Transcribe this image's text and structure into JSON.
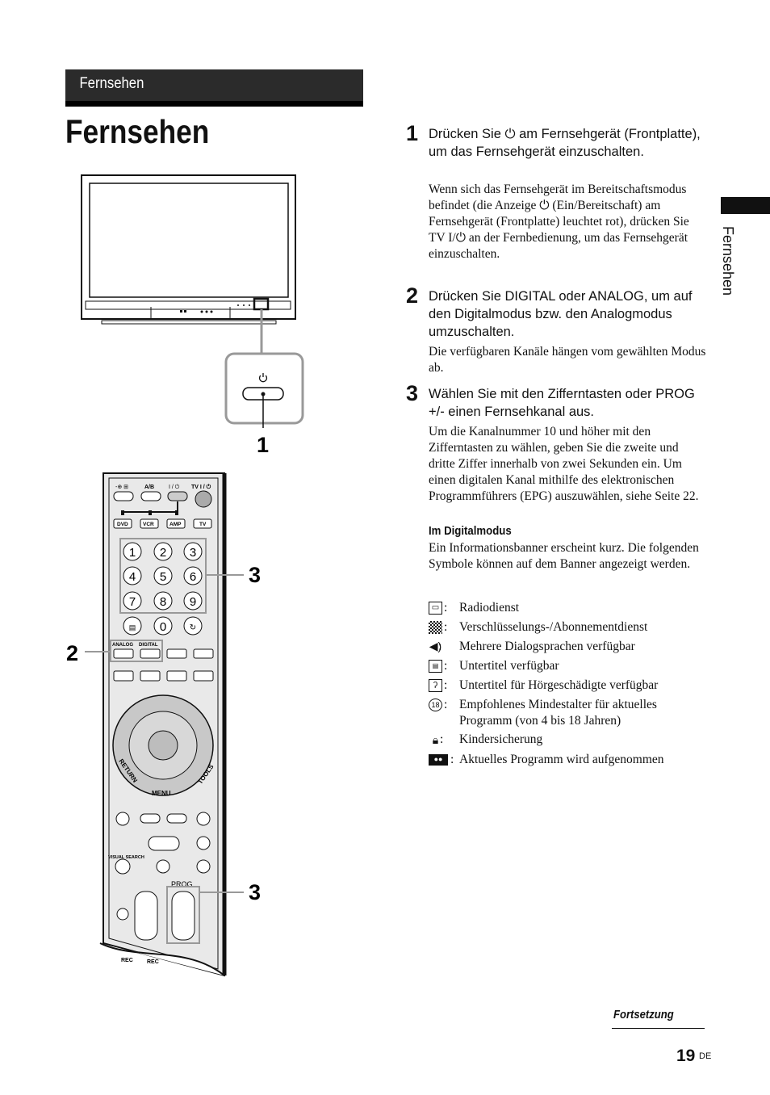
{
  "header": {
    "section": "Fernsehen",
    "title": "Fernsehen",
    "side_tab": "Fernsehen"
  },
  "figure": {
    "callouts": [
      "1",
      "2",
      "3",
      "3"
    ],
    "remote_labels": {
      "ab": "A/B",
      "power_top": "I / ⏻",
      "tv_power": "TV I / ⏻",
      "dvd": "DVD",
      "vcr": "VCR",
      "amp": "AMP",
      "tv": "TV",
      "keys": [
        "1",
        "2",
        "3",
        "4",
        "5",
        "6",
        "7",
        "8",
        "9",
        "0"
      ],
      "analog": "ANALOG",
      "digital": "DIGITAL",
      "return": "RETURN",
      "tools": "TOOLS",
      "menu": "MENU",
      "visual_search": "VISUAL SEARCH",
      "prog": "PROG",
      "rec": "REC"
    }
  },
  "steps": [
    {
      "num": "1",
      "head": "Drücken Sie ⏻ am Fernsehgerät (Frontplatte), um das Fernsehgerät einzuschalten.",
      "body": "Wenn sich das Fernsehgerät im Bereitschaftsmodus befindet (die Anzeige ⏻ (Ein/Bereitschaft) am Fernsehgerät (Frontplatte) leuchtet rot), drücken Sie TV I/⏻ an der Fernbedienung, um das Fernsehgerät einzuschalten."
    },
    {
      "num": "2",
      "head": "Drücken Sie DIGITAL oder ANALOG, um auf den Digitalmodus bzw. den Analogmodus umzuschalten.",
      "body": "Die verfügbaren Kanäle hängen vom gewählten Modus ab."
    },
    {
      "num": "3",
      "head": "Wählen Sie mit den Zifferntasten oder PROG +/- einen Fernsehkanal aus.",
      "body": "Um die Kanalnummer 10 und höher mit den Zifferntasten zu wählen, geben Sie die zweite und dritte Ziffer innerhalb von zwei Sekunden ein. Um einen digitalen Kanal mithilfe des elektronischen Programmführers (EPG) auszuwählen, siehe Seite 22."
    }
  ],
  "digital_mode": {
    "heading": "Im Digitalmodus",
    "body": "Ein Informationsbanner erscheint kurz. Die folgenden Symbole können auf dem Banner angezeigt werden.",
    "symbols": [
      {
        "icon": "radio-icon",
        "label": "Radiodienst"
      },
      {
        "icon": "scrambled-icon",
        "label": "Verschlüsselungs-/Abonnementdienst"
      },
      {
        "icon": "multi-audio-icon",
        "label": "Mehrere Dialogsprachen verfügbar"
      },
      {
        "icon": "subtitle-icon",
        "label": "Untertitel verfügbar"
      },
      {
        "icon": "hearing-subtitle-icon",
        "label": "Untertitel für Hörgeschädigte verfügbar"
      },
      {
        "icon": "age-rating-icon",
        "badge": "18",
        "label": "Empfohlenes Mindestalter für aktuelles Programm (von 4 bis 18 Jahren)"
      },
      {
        "icon": "lock-icon",
        "label": "Kindersicherung"
      },
      {
        "icon": "recording-icon",
        "label": "Aktuelles Programm wird aufgenommen"
      }
    ]
  },
  "footer": {
    "continued": "Fortsetzung",
    "page": "19",
    "lang": "DE"
  }
}
